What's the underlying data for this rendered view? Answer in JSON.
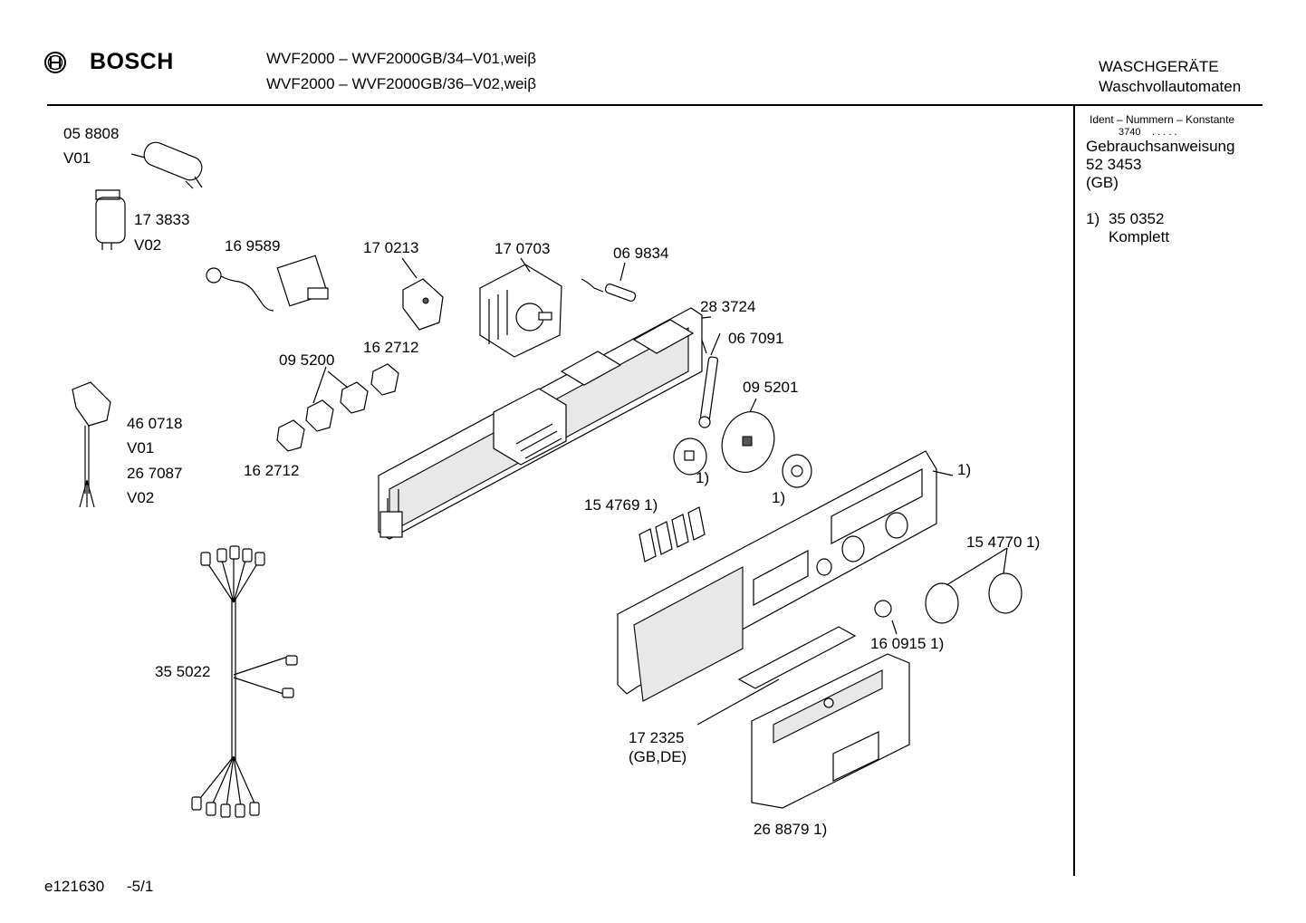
{
  "header": {
    "brand": "BOSCH",
    "model_line_1": "WVF2000 – WVF2000GB/34–V01,weiβ",
    "model_line_2": "WVF2000 – WVF2000GB/36–V02,weiβ",
    "category_1": "WASCHGERÄTE",
    "category_2": "Waschvollautomaten"
  },
  "sidebar": {
    "ident_title": "Ident – Nummern – Konstante",
    "ident_value": "3740",
    "ident_dots": ". . . . .",
    "manual_label": "Gebrauchsanweisung",
    "manual_number": "52 3453",
    "manual_lang": "(GB)",
    "note_marker": "1)",
    "note_number": "35 0352",
    "note_text": "Komplett"
  },
  "parts": {
    "p058808": "05 8808",
    "v01_a": "V01",
    "p173833": "17 3833",
    "v02_a": "V02",
    "p169589": "16 9589",
    "p170213": "17 0213",
    "p170703": "17 0703",
    "p069834": "06 9834",
    "p283724": "28 3724",
    "p067091": "06 7091",
    "p162712_a": "16 2712",
    "p095200": "09 5200",
    "p095201": "09 5201",
    "p460718": "46 0718",
    "v01_b": "V01",
    "p267087": "26 7087",
    "v02_b": "V02",
    "p162712_b": "16 2712",
    "ref1_a": "1)",
    "ref1_b": "1)",
    "ref1_c": "1)",
    "p154769": "15 4769 1)",
    "p154770": "15 4770 1)",
    "p160915": "16 0915 1)",
    "p355022": "35 5022",
    "p172325": "17 2325",
    "p172325_note": "(GB,DE)",
    "p268879": "26 8879 1)"
  },
  "footer": {
    "doc_id": "e121630",
    "page": "-5/1"
  }
}
